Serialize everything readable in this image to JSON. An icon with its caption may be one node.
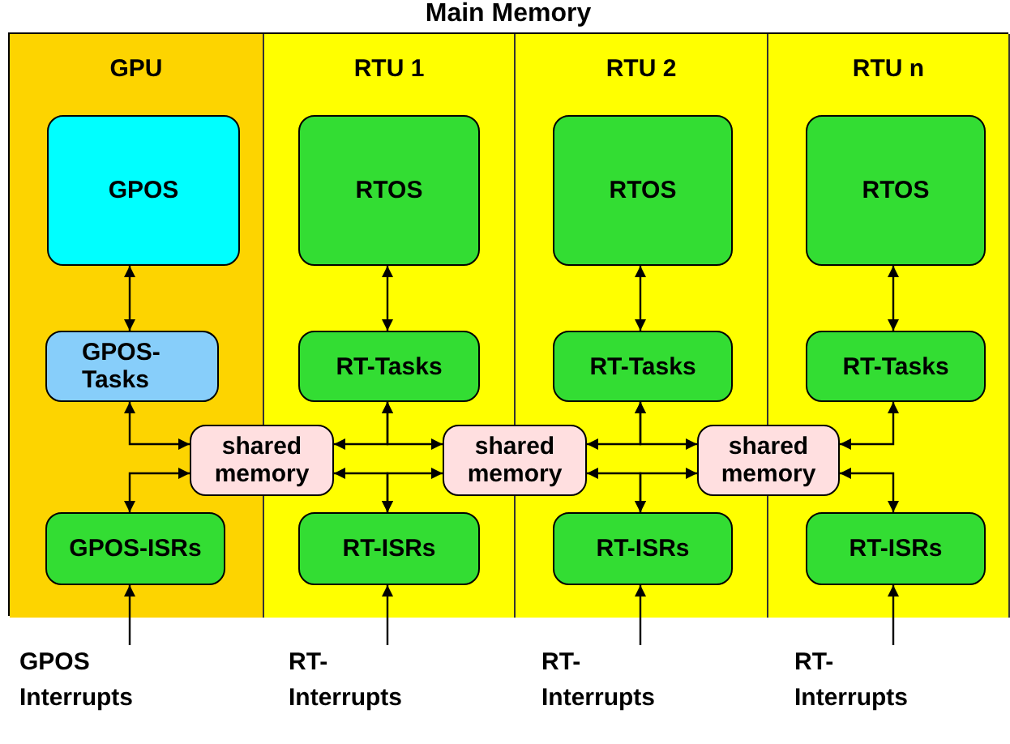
{
  "diagram": {
    "nodes": [
      {
        "text": [
          "Main Memory"
        ]
      },
      {
        "text": [
          "GPU"
        ],
        "in": 0
      },
      {
        "text": [
          "RTU 1"
        ],
        "in": 0
      },
      {
        "text": [
          "RTU 2"
        ],
        "in": 0
      },
      {
        "text": [
          "RTU n"
        ],
        "in": 0
      },
      {
        "text": [
          "GPOS"
        ],
        "in": 1
      },
      {
        "text": [
          "GPOS- Tasks"
        ],
        "in": 1
      },
      {
        "text": [
          "GPOS-ISRs"
        ],
        "in": 1
      },
      {
        "text": [
          "RTOS"
        ],
        "in": 2
      },
      {
        "text": [
          "RT-Tasks"
        ],
        "in": 2
      },
      {
        "text": [
          "RT-ISRs"
        ],
        "in": 2
      },
      {
        "text": [
          "RTOS"
        ],
        "in": 3
      },
      {
        "text": [
          "RT-Tasks"
        ],
        "in": 3
      },
      {
        "text": [
          "RT-ISRs"
        ],
        "in": 3
      },
      {
        "text": [
          "RTOS"
        ],
        "in": 4
      },
      {
        "text": [
          "RT-Tasks"
        ],
        "in": 4
      },
      {
        "text": [
          "RT-ISRs"
        ],
        "in": 4
      },
      {
        "text": [
          "shared memory"
        ],
        "in": 0
      },
      {
        "text": [
          "shared memory"
        ],
        "in": 0
      },
      {
        "text": [
          "shared memory"
        ],
        "in": 0
      },
      {
        "text": [
          "GPOS Interrupts"
        ]
      },
      {
        "text": [
          "RT- Interrupts"
        ]
      },
      {
        "text": [
          "RT- Interrupts"
        ]
      },
      {
        "text": [
          "RT- Interrupts"
        ]
      }
    ],
    "edges": [
      {
        "from": 5,
        "to": 6,
        "arrow": "both"
      },
      {
        "from": 8,
        "to": 9,
        "arrow": "both"
      },
      {
        "from": 11,
        "to": 12,
        "arrow": "both"
      },
      {
        "from": 14,
        "to": 15,
        "arrow": "both"
      },
      {
        "from": 6,
        "to": 17,
        "arrow": "both"
      },
      {
        "from": 7,
        "to": 17,
        "arrow": "both"
      },
      {
        "from": 9,
        "to": 17,
        "arrow": "both"
      },
      {
        "from": 9,
        "to": 18,
        "arrow": "both"
      },
      {
        "from": 10,
        "to": 17,
        "arrow": "both"
      },
      {
        "from": 10,
        "to": 18,
        "arrow": "both"
      },
      {
        "from": 12,
        "to": 18,
        "arrow": "both"
      },
      {
        "from": 12,
        "to": 19,
        "arrow": "both"
      },
      {
        "from": 13,
        "to": 18,
        "arrow": "both"
      },
      {
        "from": 13,
        "to": 19,
        "arrow": "both"
      },
      {
        "from": 15,
        "to": 19,
        "arrow": "both"
      },
      {
        "from": 16,
        "to": 19,
        "arrow": "both"
      },
      {
        "from": 20,
        "to": 7,
        "arrow": "to"
      },
      {
        "from": 21,
        "to": 10,
        "arrow": "to"
      },
      {
        "from": 22,
        "to": 13,
        "arrow": "to"
      },
      {
        "from": 23,
        "to": 16,
        "arrow": "to"
      }
    ]
  }
}
